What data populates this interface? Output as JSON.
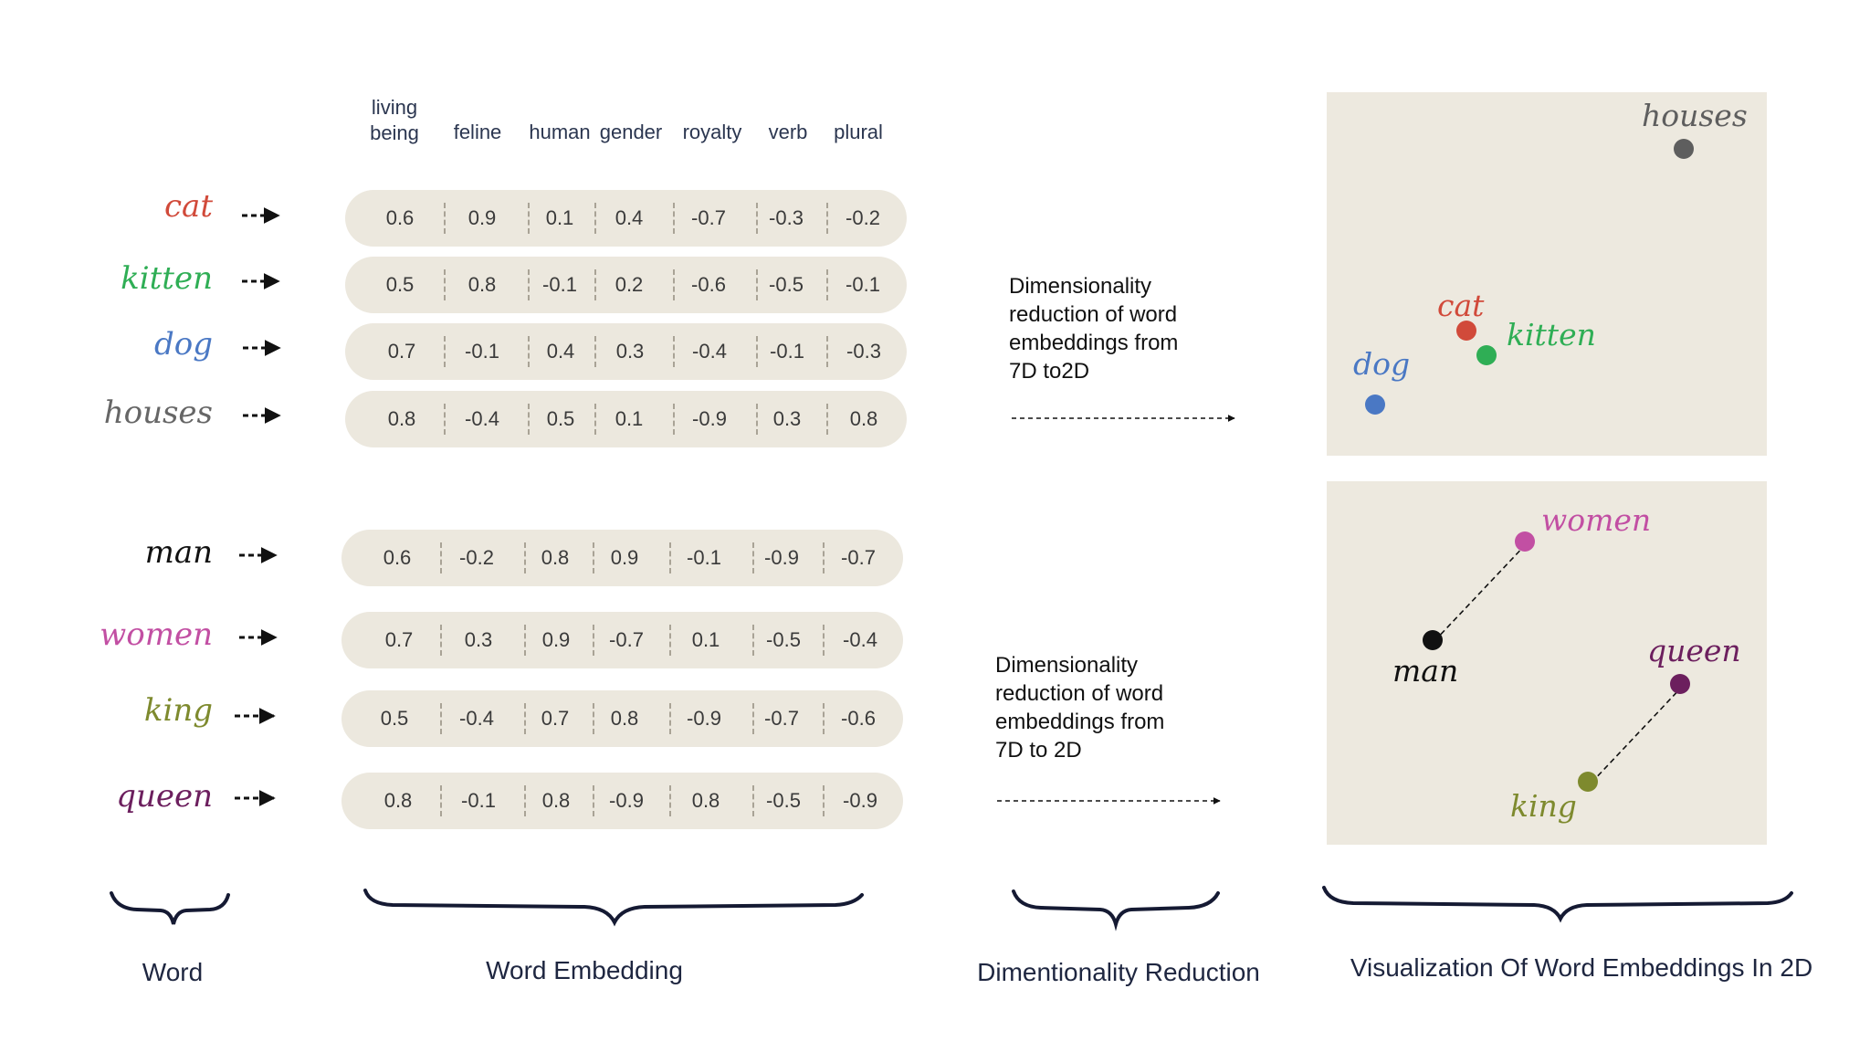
{
  "columns": [
    "living\nbeing",
    "feline",
    "human",
    "gender",
    "royalty",
    "verb",
    "plural"
  ],
  "group1": {
    "rows": [
      {
        "word": "cat",
        "color": "#d14a3a",
        "values": [
          "0.6",
          "0.9",
          "0.1",
          "0.4",
          "-0.7",
          "-0.3",
          "-0.2"
        ]
      },
      {
        "word": "kitten",
        "color": "#2fae55",
        "values": [
          "0.5",
          "0.8",
          "-0.1",
          "0.2",
          "-0.6",
          "-0.5",
          "-0.1"
        ]
      },
      {
        "word": "dog",
        "color": "#4a78c4",
        "values": [
          "0.7",
          "-0.1",
          "0.4",
          "0.3",
          "-0.4",
          "-0.1",
          "-0.3"
        ]
      },
      {
        "word": "houses",
        "color": "#666666",
        "values": [
          "0.8",
          "-0.4",
          "0.5",
          "0.1",
          "-0.9",
          "0.3",
          "0.8"
        ]
      }
    ],
    "reduction_text": "Dimensionality\nreduction of word\nembeddings from\n7D to2D"
  },
  "group2": {
    "rows": [
      {
        "word": "man",
        "color": "#111111",
        "values": [
          "0.6",
          "-0.2",
          "0.8",
          "0.9",
          "-0.1",
          "-0.9",
          "-0.7"
        ]
      },
      {
        "word": "women",
        "color": "#c24fa3",
        "values": [
          "0.7",
          "0.3",
          "0.9",
          "-0.7",
          "0.1",
          "-0.5",
          "-0.4"
        ]
      },
      {
        "word": "king",
        "color": "#7e8a2e",
        "values": [
          "0.5",
          "-0.4",
          "0.7",
          "0.8",
          "-0.9",
          "-0.7",
          "-0.6"
        ]
      },
      {
        "word": "queen",
        "color": "#6c1f5e",
        "values": [
          "0.8",
          "-0.1",
          "0.8",
          "-0.9",
          "0.8",
          "-0.5",
          "-0.9"
        ]
      }
    ],
    "reduction_text": "Dimensionality\nreduction of word\nembeddings from\n7D to 2D"
  },
  "plot1": {
    "points": [
      {
        "label": "houses",
        "color": "#5e5e5e"
      },
      {
        "label": "cat",
        "color": "#d14a3a"
      },
      {
        "label": "kitten",
        "color": "#2fae55"
      },
      {
        "label": "dog",
        "color": "#4a78c4"
      }
    ]
  },
  "plot2": {
    "points": [
      {
        "label": "women",
        "color": "#c24fa3"
      },
      {
        "label": "man",
        "color": "#111111"
      },
      {
        "label": "queen",
        "color": "#6c1f5e"
      },
      {
        "label": "king",
        "color": "#7e8a2e"
      }
    ]
  },
  "bottom_labels": {
    "word": "Word",
    "embedding": "Word Embedding",
    "reduction": "Dimentionality Reduction",
    "visualization": "Visualization Of Word Embeddings In 2D"
  }
}
